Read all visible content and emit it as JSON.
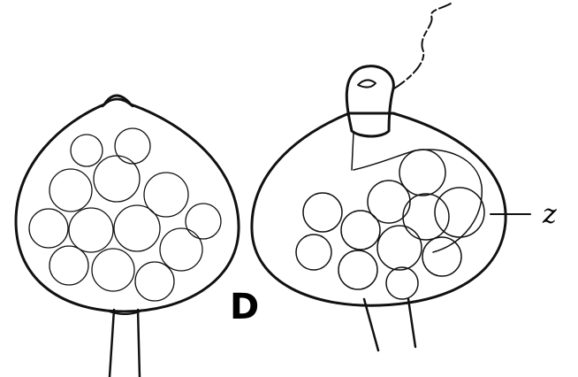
{
  "figure": {
    "panel_label": "D",
    "annotations": [
      {
        "text": "z",
        "refers_to": "cell-cluster"
      }
    ]
  }
}
